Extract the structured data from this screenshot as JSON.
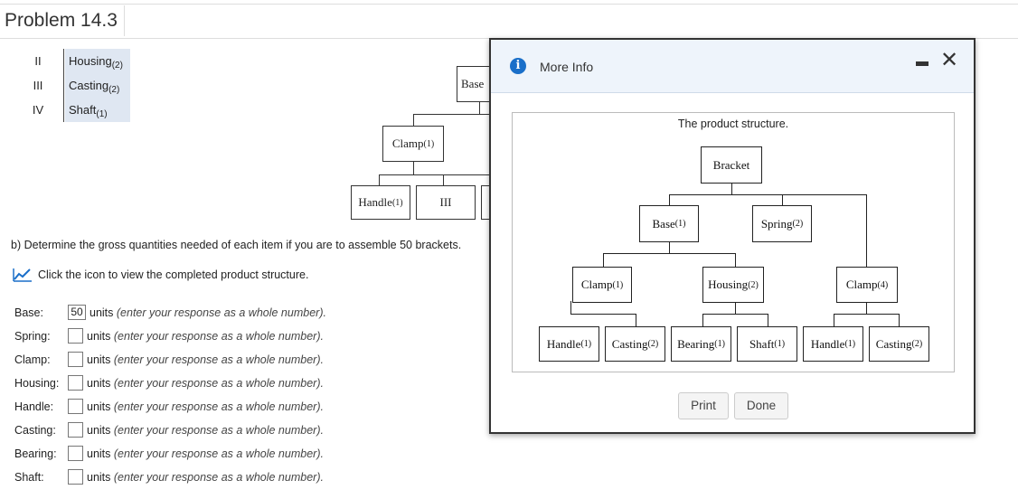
{
  "header": {
    "title": "Problem 14.3"
  },
  "level_table": [
    {
      "level": "II",
      "item": "Housing",
      "qty": "(2)"
    },
    {
      "level": "III",
      "item": "Casting",
      "qty": "(2)"
    },
    {
      "level": "IV",
      "item": "Shaft",
      "qty": "(1)"
    }
  ],
  "bg_tree": {
    "base": "Base",
    "clamp": "Clamp",
    "clamp_qty": "(1)",
    "handle": "Handle",
    "handle_qty": "(1)",
    "level3": "III"
  },
  "question": {
    "text": "b) Determine the gross quantities needed of each item if you are to assemble 50 brackets.",
    "link": "Click the icon to view the completed product structure."
  },
  "answers": [
    {
      "label": "Base:",
      "value": "50",
      "units": "units",
      "hint": "(enter your response as a whole number)."
    },
    {
      "label": "Spring:",
      "value": "",
      "units": "units",
      "hint": "(enter your response as a whole number)."
    },
    {
      "label": "Clamp:",
      "value": "",
      "units": "units",
      "hint": "(enter your response as a whole number)."
    },
    {
      "label": "Housing:",
      "value": "",
      "units": "units",
      "hint": "(enter your response as a whole number)."
    },
    {
      "label": "Handle:",
      "value": "",
      "units": "units",
      "hint": "(enter your response as a whole number)."
    },
    {
      "label": "Casting:",
      "value": "",
      "units": "units",
      "hint": "(enter your response as a whole number)."
    },
    {
      "label": "Bearing:",
      "value": "",
      "units": "units",
      "hint": "(enter your response as a whole number)."
    },
    {
      "label": "Shaft:",
      "value": "",
      "units": "units",
      "hint": "(enter your response as a whole number)."
    }
  ],
  "modal": {
    "title": "More Info",
    "info_icon": "info-icon",
    "caption": "The product structure.",
    "tree": {
      "bracket": "Bracket",
      "base": "Base",
      "base_qty": "(1)",
      "spring": "Spring",
      "spring_qty": "(2)",
      "clamp_a": "Clamp",
      "clamp_a_qty": "(1)",
      "housing": "Housing",
      "housing_qty": "(2)",
      "clamp_b": "Clamp",
      "clamp_b_qty": "(4)",
      "handle_a": "Handle",
      "handle_a_qty": "(1)",
      "casting_a": "Casting",
      "casting_a_qty": "(2)",
      "bearing": "Bearing",
      "bearing_qty": "(1)",
      "shaft": "Shaft",
      "shaft_qty": "(1)",
      "handle_b": "Handle",
      "handle_b_qty": "(1)",
      "casting_b": "Casting",
      "casting_b_qty": "(2)"
    },
    "print_label": "Print",
    "done_label": "Done"
  },
  "colors": {
    "accent": "#1a6fc9",
    "table_highlight": "#dfe7f2",
    "modal_header": "#eef4fb"
  }
}
